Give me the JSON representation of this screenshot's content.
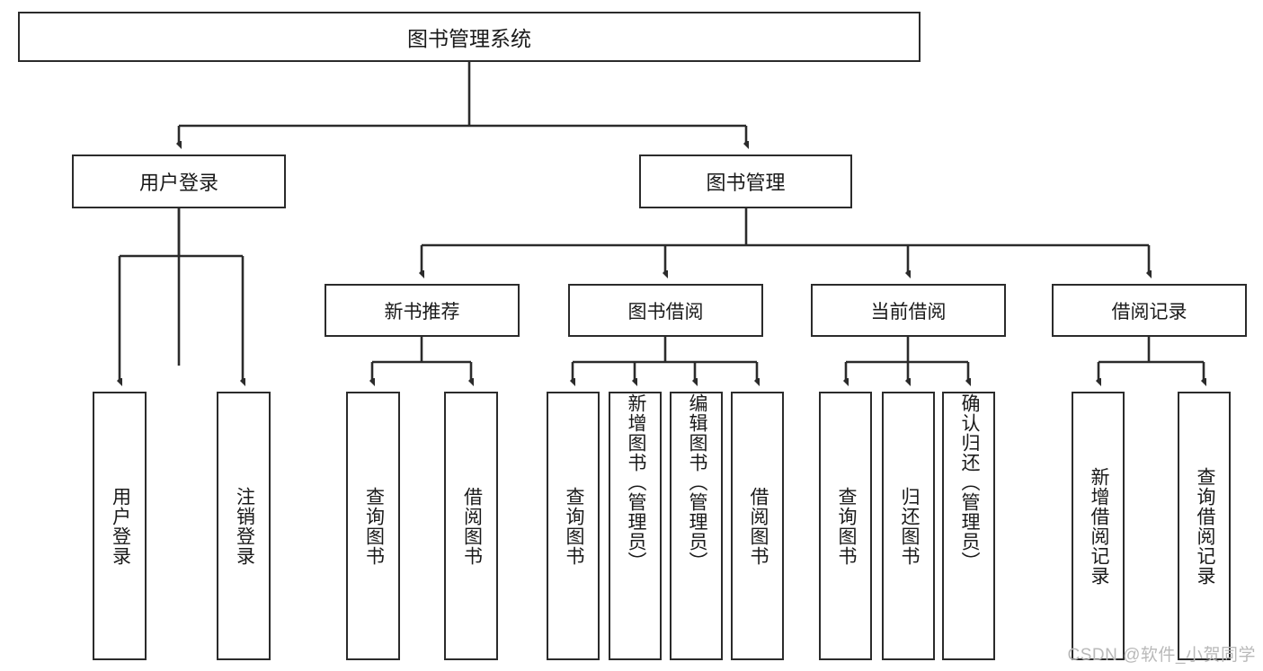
{
  "diagram": {
    "title": "图书管理系统",
    "type": "tree",
    "root": {
      "label": "图书管理系统"
    },
    "level1": [
      {
        "label": "用户登录"
      },
      {
        "label": "图书管理"
      }
    ],
    "level2": [
      {
        "label": "新书推荐"
      },
      {
        "label": "图书借阅"
      },
      {
        "label": "当前借阅"
      },
      {
        "label": "借阅记录"
      }
    ],
    "leaves": {
      "user_login": [
        {
          "label": "用户登录"
        },
        {
          "label": "注销登录"
        }
      ],
      "new_book_recommend": [
        {
          "label": "查询图书"
        },
        {
          "label": "借阅图书"
        }
      ],
      "book_borrow": [
        {
          "label": "查询图书"
        },
        {
          "label": "新增图书（管理员）"
        },
        {
          "label": "编辑图书（管理员）"
        },
        {
          "label": "借阅图书"
        }
      ],
      "current_borrow": [
        {
          "label": "查询图书"
        },
        {
          "label": "归还图书"
        },
        {
          "label": "确认归还（管理员）"
        }
      ],
      "borrow_records": [
        {
          "label": "新增借阅记录"
        },
        {
          "label": "查询借阅记录"
        }
      ]
    }
  },
  "watermark": {
    "text": "CSDN @软件_小贺同学"
  },
  "colors": {
    "stroke": "#2b2b2b",
    "fill": "#ffffff",
    "text": "#1a1a1a",
    "watermark": "#b9b9b9"
  }
}
